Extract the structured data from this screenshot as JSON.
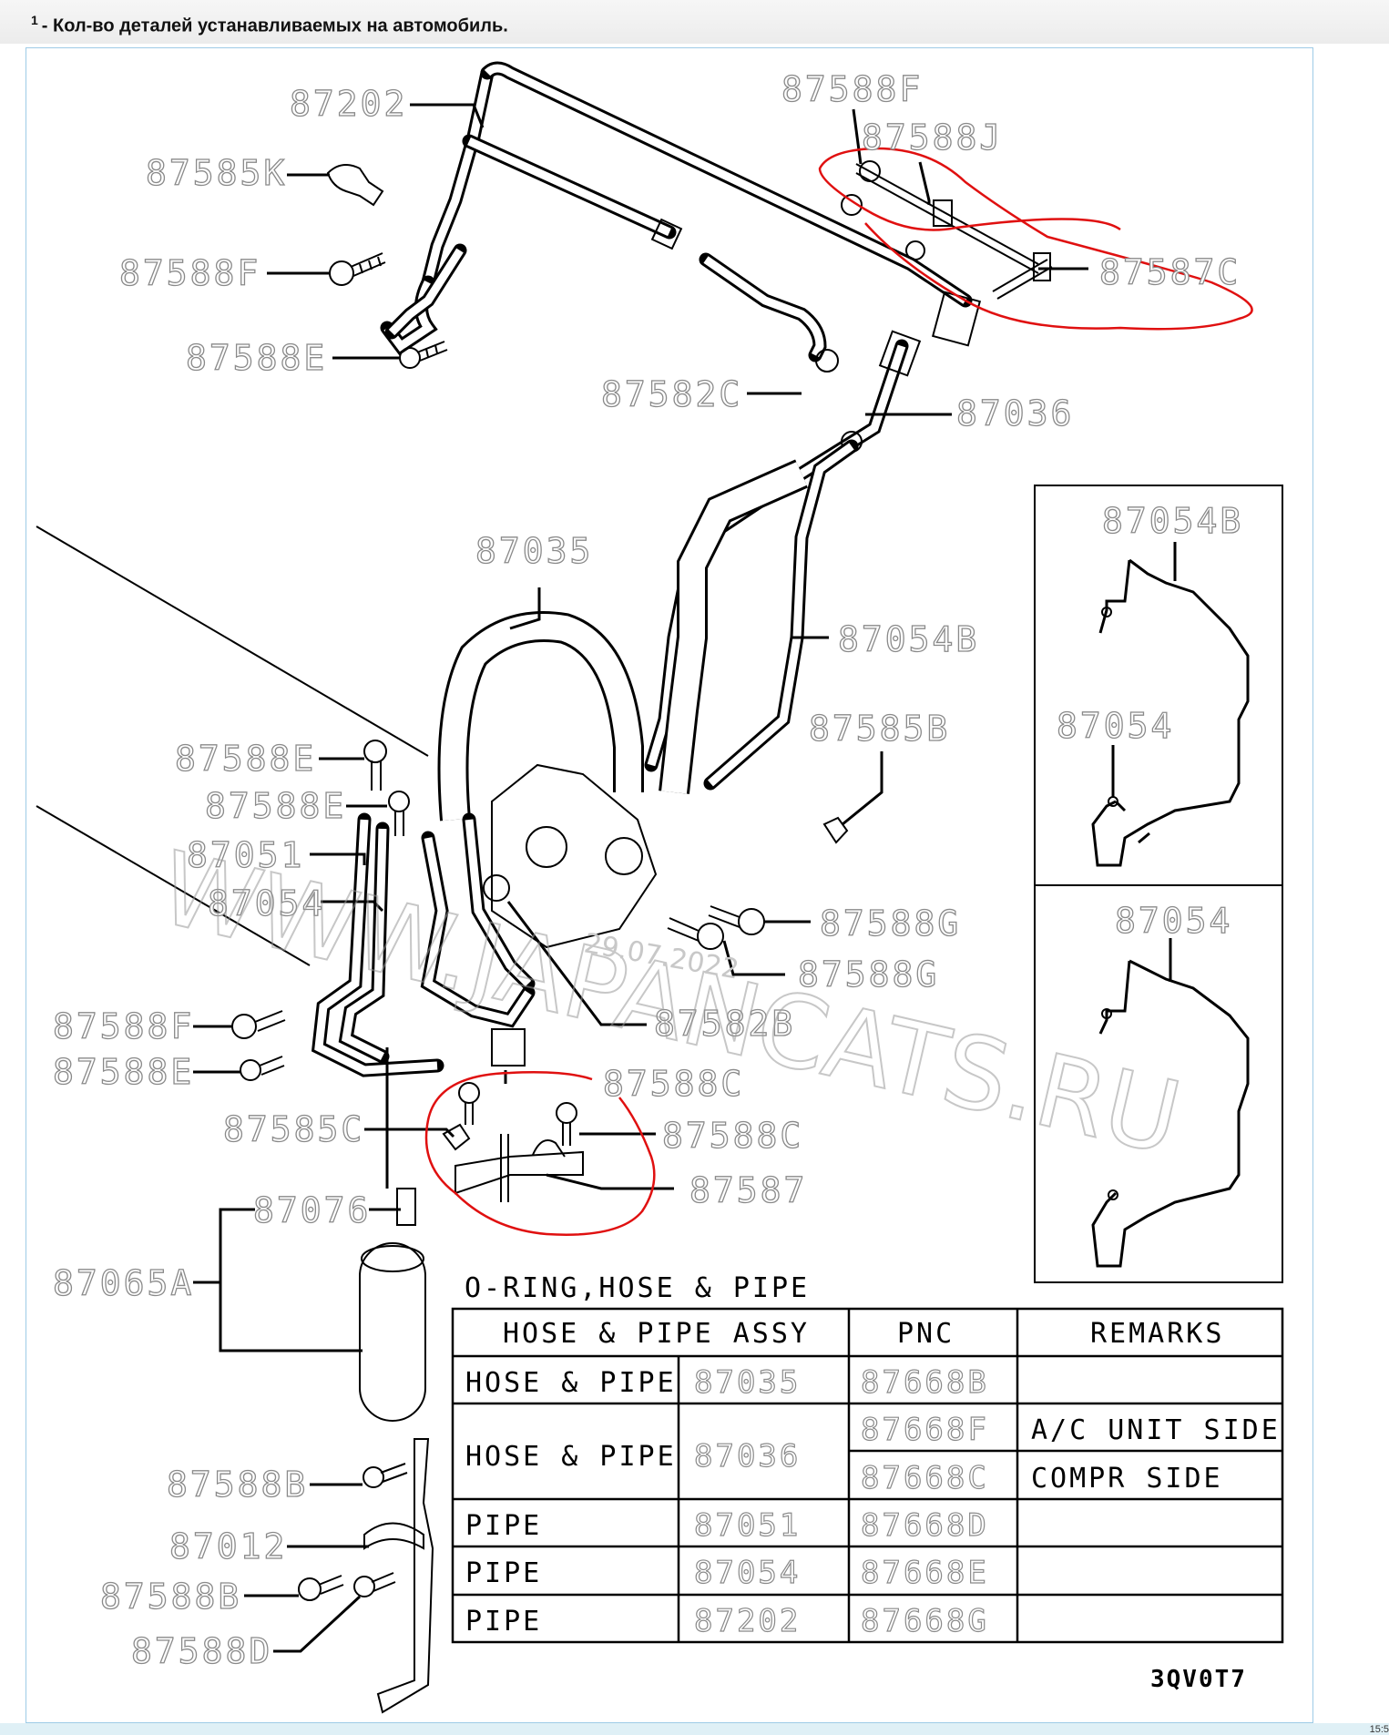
{
  "footnote": {
    "marker": "1",
    "text": "- Кол-во деталей устанавливаемых на автомобиль."
  },
  "labels": {
    "l87202": "87202",
    "l87585K": "87585K",
    "l87588F_a": "87588F",
    "l87588E_a": "87588E",
    "l87588F_b": "87588F",
    "l87588J": "87588J",
    "l87587C": "87587C",
    "l87582C": "87582C",
    "l87036": "87036",
    "l87035": "87035",
    "l87054B": "87054B",
    "l87585B": "87585B",
    "l87588E_b": "87588E",
    "l87588E_c": "87588E",
    "l87051": "87051",
    "l87054": "87054",
    "l87588G_a": "87588G",
    "l87588G_b": "87588G",
    "l87588F_c": "87588F",
    "l87588E_d": "87588E",
    "l87582B": "87582B",
    "l87588C_a": "87588C",
    "l87585C": "87585C",
    "l87588C_b": "87588C",
    "l87587": "87587",
    "l87076": "87076",
    "l87065A": "87065A",
    "l87588B_a": "87588B",
    "l87012": "87012",
    "l87588B_b": "87588B",
    "l87588D": "87588D",
    "inset1_top": "87054B",
    "inset1_bottom": "87054",
    "inset2": "87054"
  },
  "watermark": {
    "site": "WWW.JAPANCATS.RU",
    "date": "29.07.2022"
  },
  "table": {
    "title": "O-RING,HOSE & PIPE",
    "headers": [
      "HOSE & PIPE ASSY",
      "PNC",
      "REMARKS"
    ],
    "rows": [
      {
        "name": "HOSE & PIPE",
        "assy": "87035",
        "pnc": "87668B",
        "remarks": ""
      },
      {
        "name": "HOSE & PIPE",
        "assy": "87036",
        "pnc": "87668F",
        "remarks": "A/C UNIT SIDE"
      },
      {
        "name": "",
        "assy": "",
        "pnc": "87668C",
        "remarks": "COMPR SIDE"
      },
      {
        "name": "PIPE",
        "assy": "87051",
        "pnc": "87668D",
        "remarks": ""
      },
      {
        "name": "PIPE",
        "assy": "87054",
        "pnc": "87668E",
        "remarks": ""
      },
      {
        "name": "PIPE",
        "assy": "87202",
        "pnc": "87668G",
        "remarks": ""
      }
    ]
  },
  "diagram_code": "3QV0T7",
  "clock": "15:5"
}
